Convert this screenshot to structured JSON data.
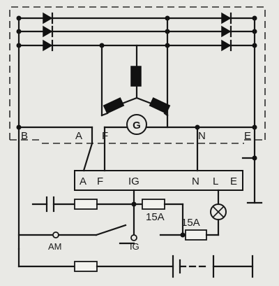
{
  "alternator_terminals": {
    "b": "B",
    "a": "A",
    "f": "F",
    "n": "N",
    "e": "E"
  },
  "generator_symbol": "G",
  "regulator_terminals": {
    "a": "A",
    "f": "F",
    "ig": "IG",
    "n": "N",
    "l": "L",
    "e": "E"
  },
  "fuse_labels": {
    "fuse_1": "15A",
    "fuse_2": "15A"
  },
  "switch_labels": {
    "am": "AM",
    "ig": "IG"
  }
}
